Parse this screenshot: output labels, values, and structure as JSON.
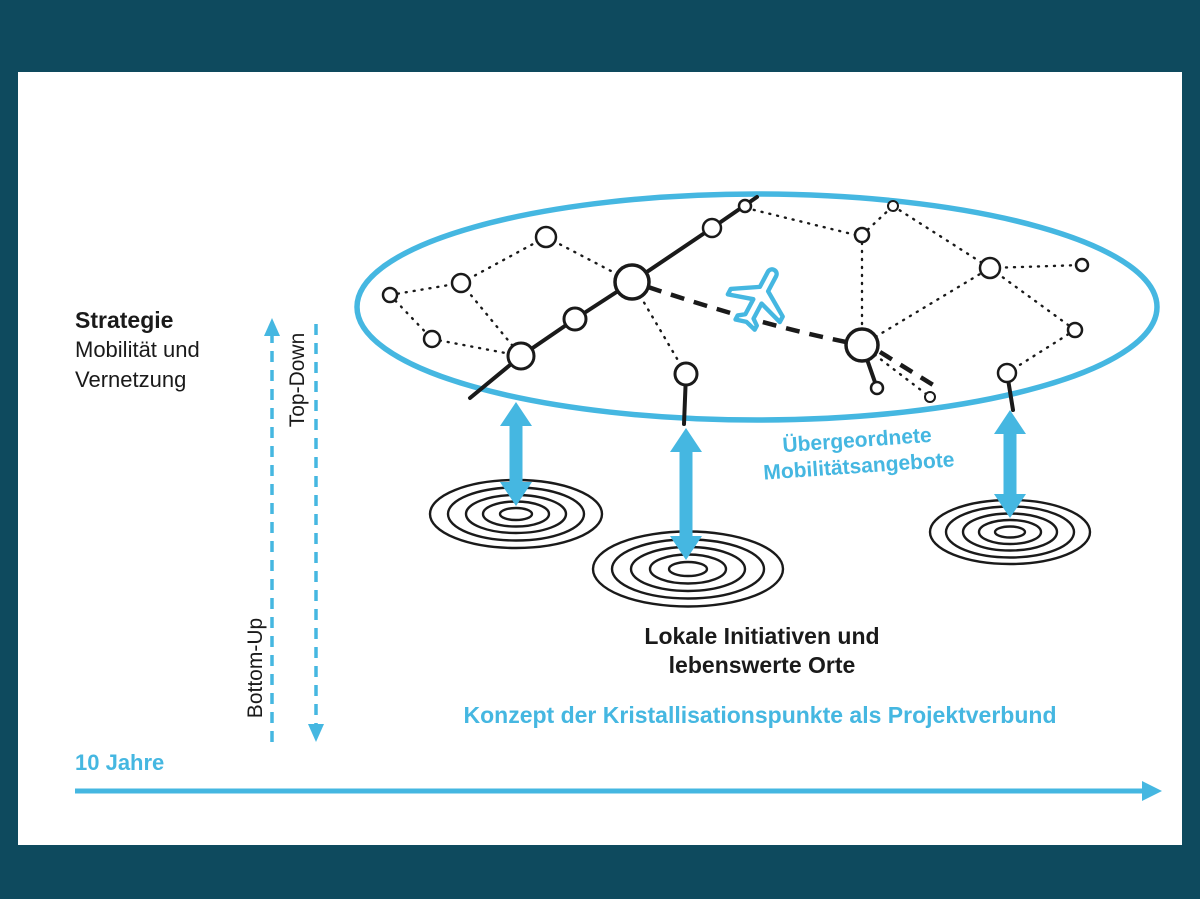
{
  "colors": {
    "frame": "#0E4A5E",
    "panel": "#FFFFFF",
    "accent": "#45B7E1",
    "ink": "#1A1A1A"
  },
  "strategy_block": {
    "title": "Strategie",
    "line2": "Mobilität und",
    "line3": "Vernetzung"
  },
  "flow_labels": {
    "top_down": "Top-Down",
    "bottom_up": "Bottom-Up"
  },
  "network_label": {
    "line1": "Übergeordnete",
    "line2": "Mobilitätsangebote"
  },
  "local_label": {
    "line1": "Lokale Initiativen und",
    "line2": "lebenswerte Orte"
  },
  "caption": "Konzept der Kristallisationspunkte als Projektverbund",
  "timeline": {
    "label": "10 Jahre"
  },
  "icons": {
    "airplane": "airplane-icon",
    "ripple": "ripple-icon",
    "double_arrow": "double-arrow-icon"
  }
}
